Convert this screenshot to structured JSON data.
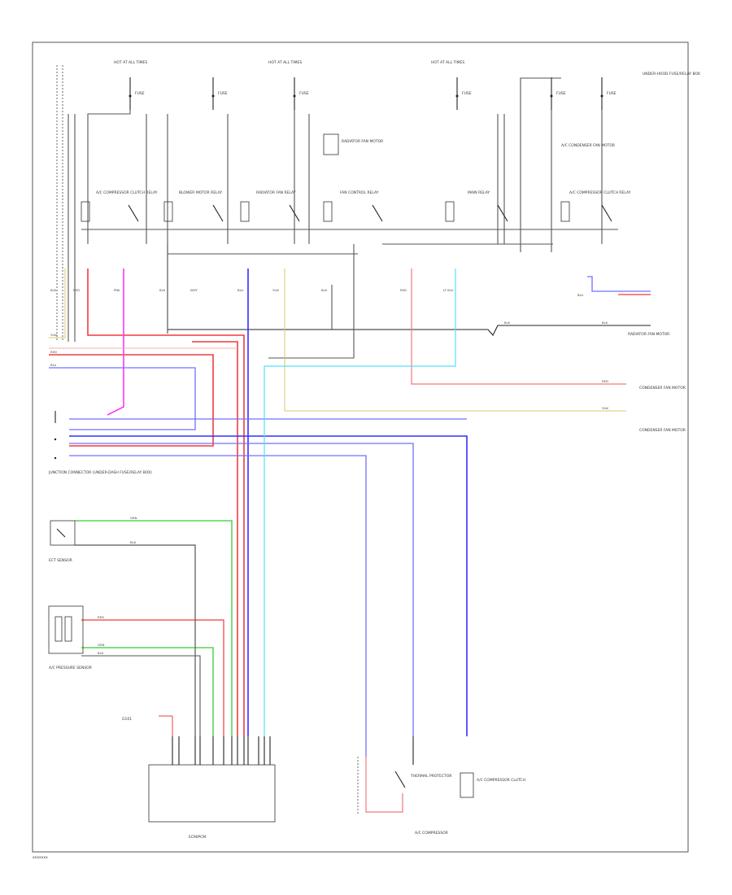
{
  "colors": {
    "black": "#222222",
    "gray": "#555555",
    "red": "#f03c3c",
    "pink": "#f07a7a",
    "magenta": "#ff33ff",
    "blue": "#3030ff",
    "violet": "#7070ff",
    "cyan": "#55e0ff",
    "yellow": "#d8c86a",
    "green": "#33cc33",
    "peach": "#f4b0a0"
  },
  "labels": {
    "hot_all_times_1": "HOT AT ALL TIMES",
    "hot_all_times_2": "HOT AT ALL TIMES",
    "hot_all_times_3": "HOT AT ALL TIMES",
    "under_hood_box": "UNDER-HOOD FUSE/RELAY BOX",
    "fuse_1": "FUSE",
    "fuse_2": "FUSE",
    "fuse_3": "FUSE",
    "fuse_4": "FUSE",
    "fuse_5": "FUSE",
    "fuse_6": "FUSE",
    "relay_ac_comp_1": "A/C COMPRESSOR CLUTCH RELAY",
    "relay_blower": "BLOWER MOTOR RELAY",
    "relay_radiator": "RADIATOR FAN RELAY",
    "relay_fan": "FAN CONTROL RELAY",
    "relay_main": "MAIN RELAY",
    "relay_ac_comp_2": "A/C COMPRESSOR CLUTCH RELAY",
    "radiator_fan_motor": "RADIATOR FAN MOTOR",
    "ac_condenser_fan_motor": "A/C CONDENSER FAN MOTOR",
    "wire_blk": "BLK",
    "wire_red": "RED",
    "wire_blu": "BLU",
    "wire_ylw": "YLW",
    "wire_grn": "GRN",
    "wire_wht": "WHT",
    "wire_pnk": "PNK",
    "wire_lt_blu": "LT BLU",
    "junction_box": "JUNCTION CONNECTOR (UNDER-DASH FUSE/RELAY BOX)",
    "ect_sensor": "ECT SENSOR",
    "ac_pressure_sensor": "A/C PRESSURE SENSOR",
    "ecm_pcm": "ECM/PCM",
    "ac_compressor": "A/C COMPRESSOR",
    "thermal_protector": "THERMAL PROTECTOR",
    "ac_compressor_clutch": "A/C COMPRESSOR CLUTCH",
    "radiator_fan_motor_right": "RADIATOR FAN MOTOR",
    "condenser_fan_motor_right": "CONDENSER FAN MOTOR",
    "ground": "G101",
    "footer_code": "xxxxxxx"
  }
}
